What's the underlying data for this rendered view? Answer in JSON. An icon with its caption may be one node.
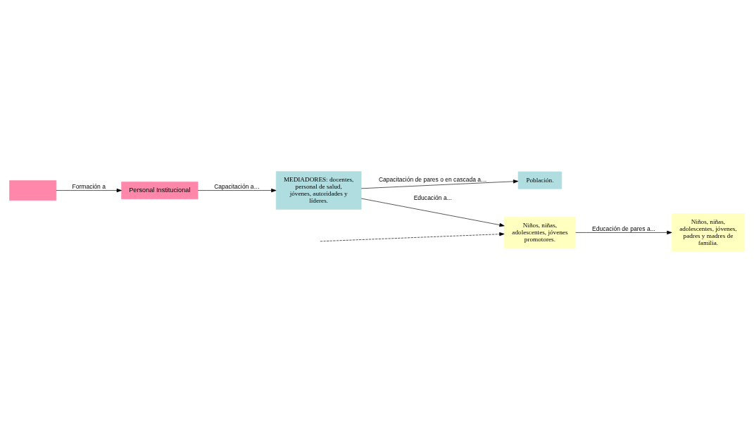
{
  "diagram": {
    "nodes": [
      {
        "text": [],
        "shape": "box"
      },
      {
        "text": [
          "MEDIADORES: docentes, personal de salud, jóvenes, autoridades y líderes."
        ]
      },
      {
        "text": [
          "Población."
        ]
      },
      {
        "text": [
          "Personal Institucional"
        ]
      },
      {
        "text": [
          "Niños, niñas, adolescentes, jóvenes promotores."
        ]
      },
      {
        "text": [
          "Niños, niñas, adolescentes, jóvenes, padres y madres de familia."
        ]
      }
    ],
    "edges": [
      {
        "from": 0,
        "to": 3,
        "arrow": "to",
        "label": "Formación a"
      },
      {
        "from": 3,
        "to": 1,
        "arrow": "to",
        "label": "Capacitación a…"
      },
      {
        "from": 1,
        "to": 2,
        "arrow": "to",
        "label": "Capacitación de pares o en cascada a…"
      },
      {
        "from": 1,
        "to": 4,
        "arrow": "to",
        "label": "Educación a..."
      },
      {
        "from": null,
        "to": 4,
        "arrow": "to",
        "style": "dashed"
      },
      {
        "from": 4,
        "to": 5,
        "arrow": "to",
        "label": "Educación de pares a..."
      }
    ]
  }
}
